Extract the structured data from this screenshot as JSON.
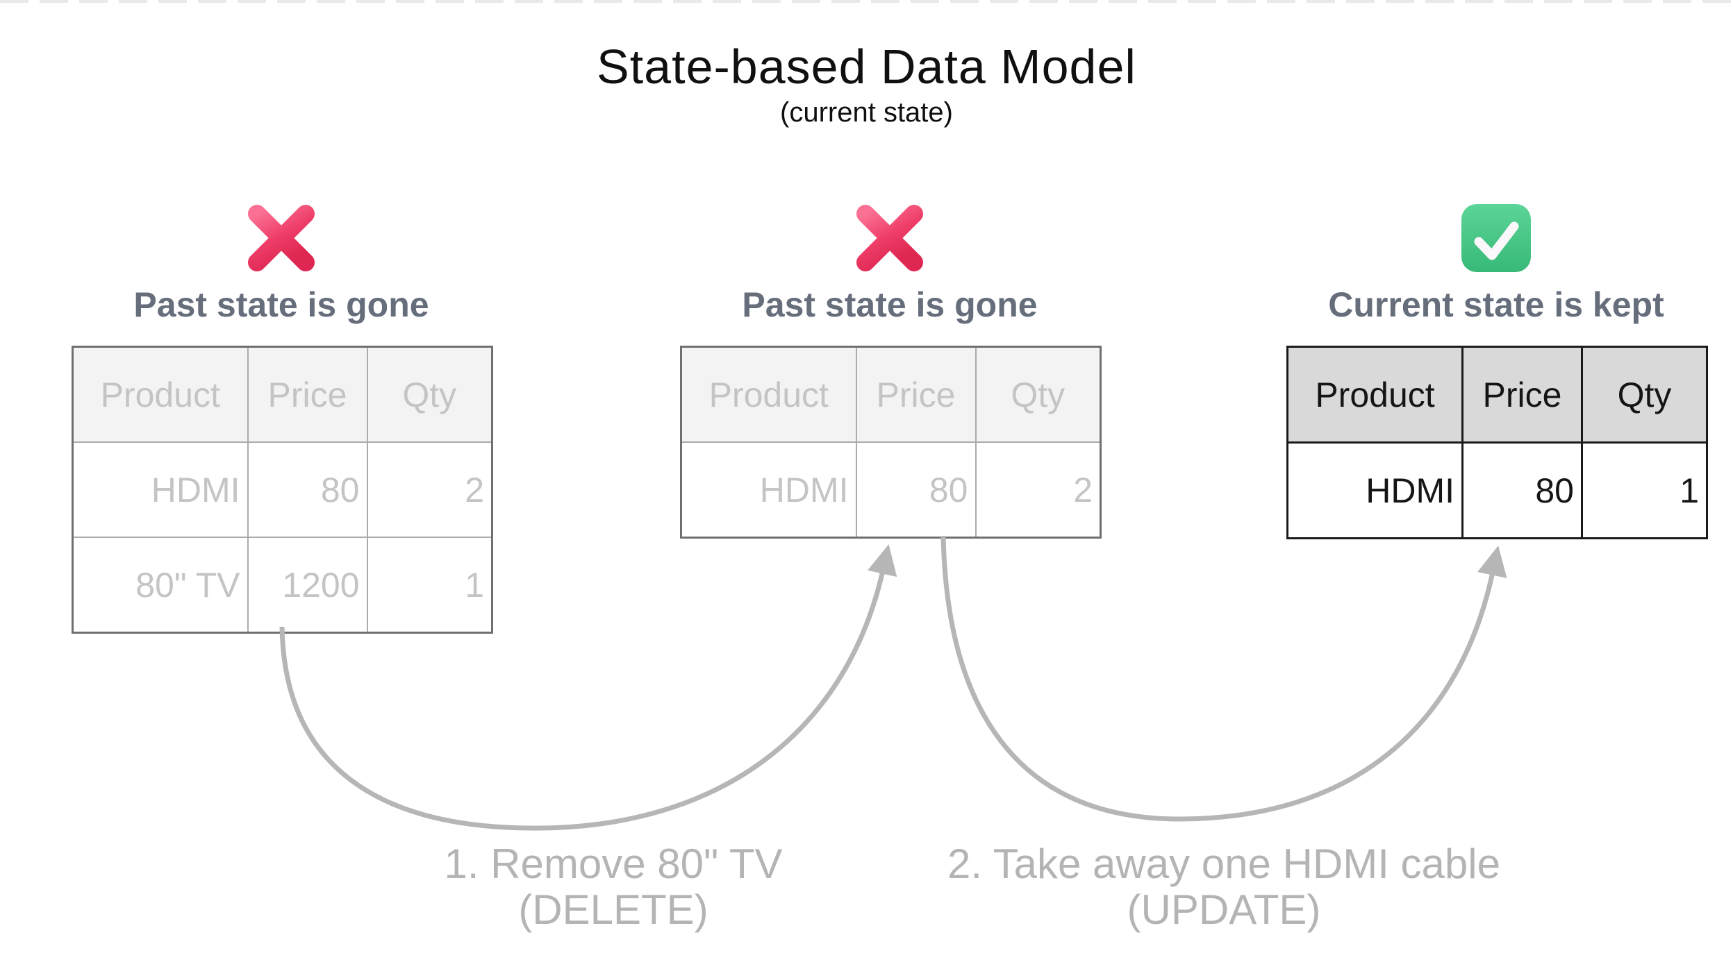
{
  "header": {
    "title": "State-based Data Model",
    "subtitle": "(current state)"
  },
  "columns": [
    {
      "label": "Past state is gone",
      "status_icon": "cross-mark",
      "table": {
        "headers": [
          "Product",
          "Price",
          "Qty"
        ],
        "rows": [
          [
            "HDMI",
            "80",
            "2"
          ],
          [
            "80\" TV",
            "1200",
            "1"
          ]
        ]
      }
    },
    {
      "label": "Past state is gone",
      "status_icon": "cross-mark",
      "table": {
        "headers": [
          "Product",
          "Price",
          "Qty"
        ],
        "rows": [
          [
            "HDMI",
            "80",
            "2"
          ]
        ]
      }
    },
    {
      "label": "Current state is kept",
      "status_icon": "check-mark",
      "table": {
        "headers": [
          "Product",
          "Price",
          "Qty"
        ],
        "rows": [
          [
            "HDMI",
            "80",
            "1"
          ]
        ]
      }
    }
  ],
  "annotations": [
    {
      "line1": "1. Remove 80\" TV",
      "line2": "(DELETE)"
    },
    {
      "line1": "2. Take away one HDMI cable",
      "line2": "(UPDATE)"
    }
  ],
  "colors": {
    "label-text": "#666d7b",
    "faded-border-outer": "#6f6f6f",
    "faded-border-inner": "#ababab",
    "faded-header-bg": "#f3f3f3",
    "faded-text": "#c4c4c4",
    "crisp-border": "#1a1a1a",
    "crisp-header-bg": "#d9d9d9",
    "crisp-text": "#151515",
    "arrow": "#b6b6b6",
    "caption-text": "#b4b4b4",
    "cross-pink-light": "#fb7193",
    "cross-pink-mid": "#ee3d68",
    "cross-pink-dark": "#de2853",
    "check-green-light": "#5bd598",
    "check-green-dark": "#38b977",
    "check-stroke": "#fbf7fb",
    "top-dash": "#e9e9e9"
  }
}
